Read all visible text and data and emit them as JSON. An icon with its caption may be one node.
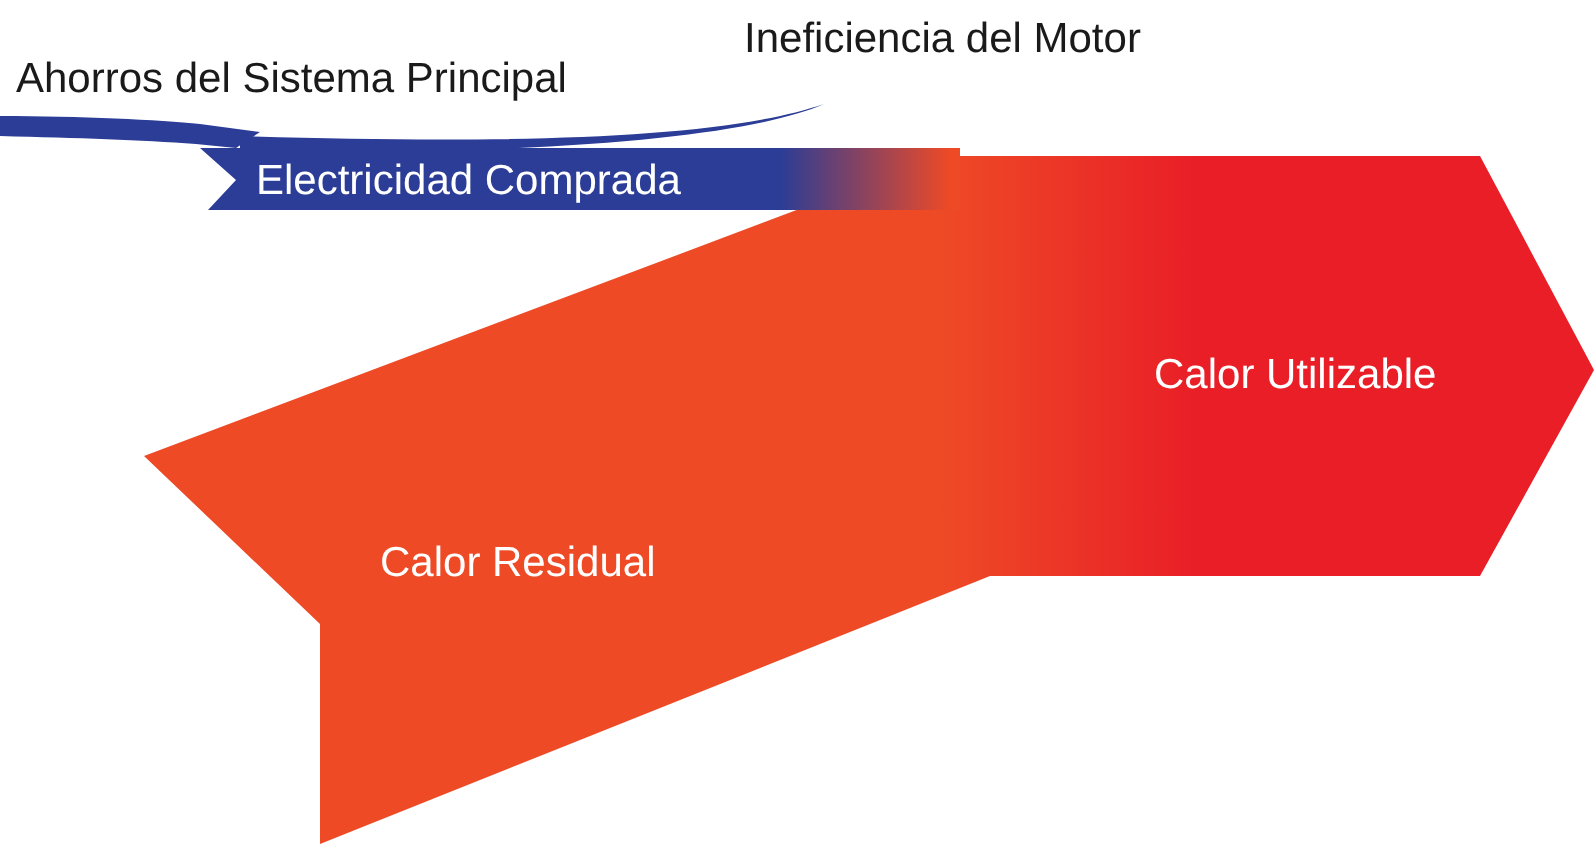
{
  "diagram": {
    "nodes": [
      {
        "text": [
          "Ahorros del Sistema Principal"
        ]
      },
      {
        "text": [
          "Ineficiencia del Motor"
        ]
      },
      {
        "text": [
          "Electricidad Comprada"
        ]
      },
      {
        "text": [
          "Calor Residual"
        ]
      },
      {
        "text": [
          "Calor Utilizable"
        ]
      }
    ]
  }
}
